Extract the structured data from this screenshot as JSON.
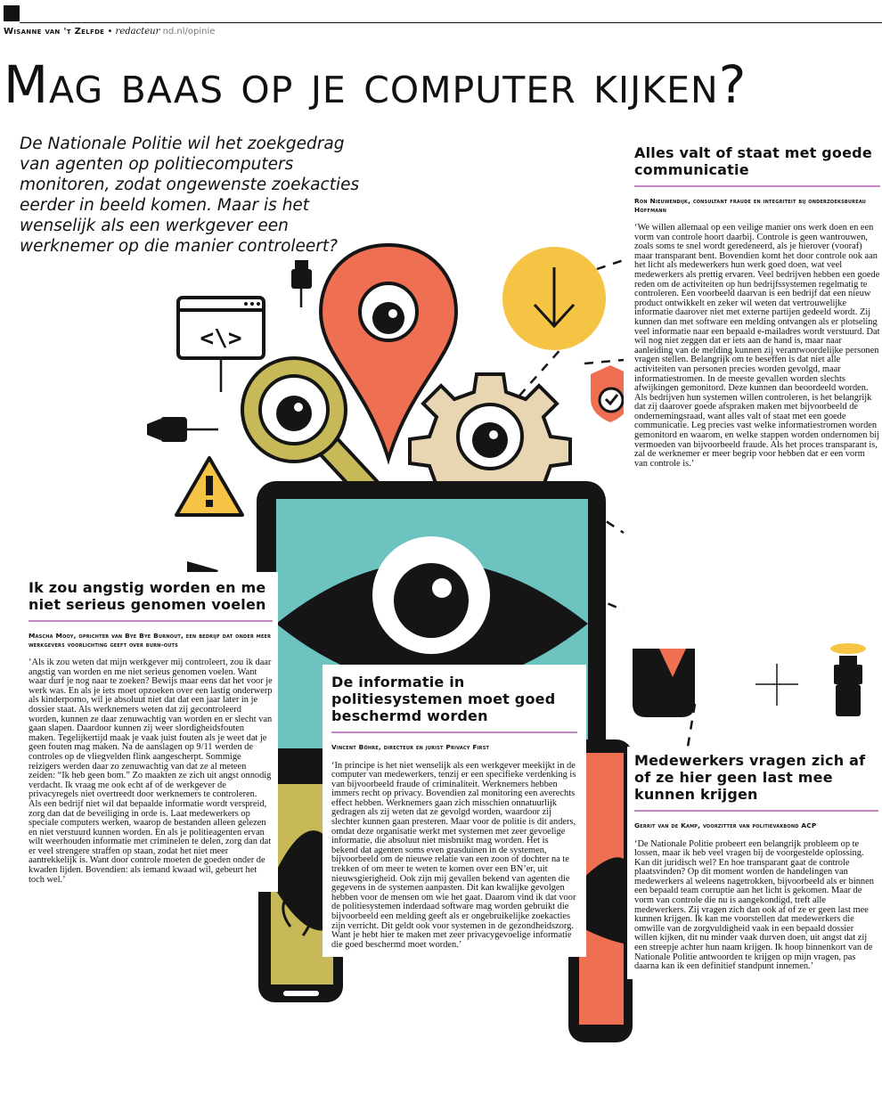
{
  "header": {
    "author_name": "Wisanne van 't Zelfde",
    "separator": "•",
    "author_role": "redacteur",
    "url": "nd.nl/opinie"
  },
  "headline": "Mag baas op je computer kijken?",
  "intro": "De Nationale Politie wil het zoekgedrag van agenten op politiecomputers monitoren, zodat ongewenste zoekacties eerder in beeld komen. Maar is het wenselijk als een werkgever een werknemer op die manier controleert?",
  "illustration": {
    "colors": {
      "teal": "#6cc3bf",
      "orange": "#ef6f53",
      "yellow": "#f6c445",
      "olive": "#c7b958",
      "beige": "#e8d5b2",
      "dark": "#151515",
      "accent": "#c586c5"
    },
    "icons": [
      "eye-icon",
      "location-pin-icon",
      "magnifier-icon",
      "gear-icon",
      "download-icon",
      "shield-icon",
      "code-window-icon",
      "warning-icon",
      "camera-icon",
      "usb-plug-icon"
    ]
  },
  "articles": [
    {
      "title": "Alles valt of staat met goede communicatie",
      "author": "Ron Nieuwendijk, consultant fraude en integriteit bij onderzoeksbureau Hoffmann",
      "body": "‘We willen allemaal op een veilige manier ons werk doen en een vorm van controle hoort daarbij. Controle is geen wantrouwen, zoals soms te snel wordt geredeneerd, als je hierover (vooraf) maar transparant bent. Bovendien komt het door controle ook aan het licht als medewerkers hun werk goed doen, wat veel medewerkers als prettig ervaren. Veel bedrijven hebben een goede reden om de activiteiten op hun bedrijfssystemen regelmatig te controleren. Een voorbeeld daarvan is een bedrijf dat een nieuw product ontwikkelt en zeker wil weten dat vertrouwelijke informatie daarover niet met externe partijen gedeeld wordt. Zij kunnen dan met software een melding ontvangen als er plotseling veel informatie naar een bepaald e-mailadres wordt verstuurd. Dat wil nog niet zeggen dat er iets aan de hand is, maar naar aanleiding van de melding kunnen zij verantwoordelijke personen vragen stellen. Belangrijk om te beseffen is dat niet alle activiteiten van personen precies worden gevolgd, maar informatiestromen. In de meeste gevallen worden slechts afwijkingen gemonitord. Deze kunnen dan beoordeeld worden.\nAls bedrijven hun systemen willen controleren, is het belangrijk dat zij daarover goede afspraken maken met bijvoorbeeld de ondernemingsraad, want alles valt of staat met een goede communicatie. Leg precies vast welke informatiestromen worden gemonitord en waarom, en welke stappen worden ondernomen bij vermoeden van bijvoorbeeld fraude. Als het proces transparant is, zal de werknemer er meer begrip voor hebben dat er een vorm van controle is.’"
    },
    {
      "title": "Ik zou angstig worden en me niet serieus genomen voelen",
      "author": "Mascha Mooy, oprichter van Bye Bye Burnout, een bedrijf dat onder meer werkgevers voorlichting geeft over burn-outs",
      "body": "‘Als ik zou weten dat mijn werkgever mij controleert, zou ik daar angstig van worden en me niet serieus genomen voelen. Want waar durf je nog naar te zoeken? Bewijs maar eens dat het voor je werk was. En als je iets moet opzoeken over een lastig onderwerp als kinderporno, wil je absoluut niet dat dat een jaar later in je dossier staat. Als werknemers weten dat zij gecontroleerd worden, kunnen ze daar zenuwachtig van worden en er slecht van gaan slapen. Daardoor kunnen zij weer slordigheidsfouten maken. Tegelijkertijd maak je vaak juist fouten als je weet dat je geen fouten mag maken. Na de aanslagen op 9/11 werden de controles op de vliegvelden flink aangescherpt. Sommige reizigers werden daar zo zenuwachtig van dat ze al meteen zeiden: “Ik heb geen bom.” Zo maakten ze zich uit angst onnodig verdacht. Ik vraag me ook echt af of de werkgever de privacyregels niet overtreedt door werknemers te controleren.\nAls een bedrijf niet wil dat bepaalde informatie wordt verspreid, zorg dan dat de beveiliging in orde is. Laat medewerkers op speciale computers werken, waarop de bestanden alleen gelezen en niet verstuurd kunnen worden. En als je politieagenten ervan wilt weerhouden informatie met criminelen te delen, zorg dan dat er veel strengere straffen op staan, zodat het niet meer aantrekkelijk is. Want door controle moeten de goeden onder de kwaden lijden. Bovendien: als iemand kwaad wil, gebeurt het toch wel.’"
    },
    {
      "title": "De informatie in politiesystemen moet goed beschermd worden",
      "author": "Vincent Böhre, directeur en jurist Privacy First",
      "body": "‘In principe is het niet wenselijk als een werkgever meekijkt in de computer van medewerkers, tenzij er een specifieke verdenking is van bijvoorbeeld fraude of criminaliteit. Werknemers hebben immers recht op privacy. Bovendien zal monitoring een averechts effect hebben. Werknemers gaan zich misschien onnatuurlijk gedragen als zij weten dat ze gevolgd worden, waardoor zij slechter kunnen gaan presteren. Maar voor de politie is dit anders, omdat deze organisatie werkt met systemen met zeer gevoelige informatie, die absoluut niet misbruikt mag worden. Het is bekend dat agenten soms even grasduinen in de systemen, bijvoorbeeld om de nieuwe relatie van een zoon of dochter na te trekken of om meer te weten te komen over een BN’er, uit nieuwsgierigheid. Ook zijn mij gevallen bekend van agenten die gegevens in de systemen aanpasten. Dit kan kwalijke gevolgen hebben voor de mensen om wie het gaat. Daarom vind ik dat voor de politiesystemen inderdaad software mag worden gebruikt die bijvoorbeeld een melding geeft als er ongebruikelijke zoekacties zijn verricht. Dit geldt ook voor systemen in de gezondheidszorg. Want je hebt hier te maken met zeer privacygevoelige informatie die goed beschermd moet worden.’"
    },
    {
      "title": "Medewerkers vragen zich af of ze hier geen last mee kunnen krijgen",
      "author": "Gerrit van de Kamp, voorzitter van politievakbond ACP",
      "body": "‘De Nationale Politie probeert een belangrijk probleem op te lossen, maar ik heb veel vragen bij de voorgestelde oplossing. Kan dit juridisch wel? En hoe transparant gaat de controle plaatsvinden? Op dit moment worden de handelingen van medewerkers al weleens nagetrokken, bijvoorbeeld als er binnen een bepaald team corruptie aan het licht is gekomen. Maar de vorm van controle die nu is aangekondigd, treft alle medewerkers. Zij vragen zich dan ook af of ze er geen last mee kunnen krijgen. Ik kan me voorstellen dat medewerkers die omwille van de zorgvuldigheid vaak in een bepaald dossier willen kijken, dit nu minder vaak durven doen, uit angst dat zij een streepje achter hun naam krijgen. Ik hoop binnenkort van de Nationale Politie antwoorden te krijgen op mijn vragen, pas daarna kan ik een definitief standpunt innemen.’"
    }
  ]
}
